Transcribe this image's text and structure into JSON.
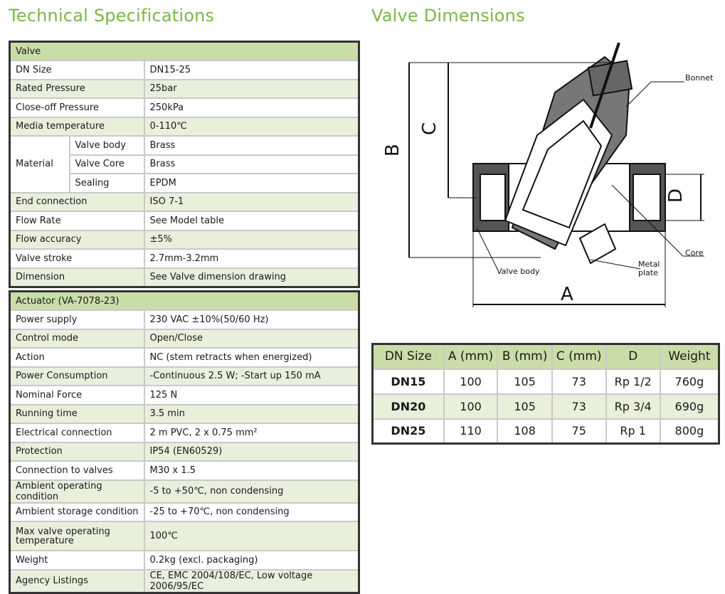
{
  "titles": {
    "specs": "Technical Specifications",
    "dimensions": "Valve Dimensions"
  },
  "valve": {
    "header": "Valve",
    "rows": [
      {
        "label": "DN Size",
        "value": "DN15-25"
      },
      {
        "label": "Rated Pressure",
        "value": "25bar"
      },
      {
        "label": "Close-off Pressure",
        "value": "250kPa"
      },
      {
        "label": "Media temperature",
        "value": "0-110℃"
      }
    ],
    "material": {
      "label": "Material",
      "items": [
        {
          "label": "Valve body",
          "value": "Brass"
        },
        {
          "label": "Valve Core",
          "value": "Brass"
        },
        {
          "label": "Sealing",
          "value": "EPDM"
        }
      ]
    },
    "rows2": [
      {
        "label": "End connection",
        "value": "ISO 7-1"
      },
      {
        "label": "Flow Rate",
        "value": "See Model table"
      },
      {
        "label": "Flow accuracy",
        "value": "±5%"
      },
      {
        "label": "Valve stroke",
        "value": "2.7mm-3.2mm"
      },
      {
        "label": "Dimension",
        "value": "See Valve dimension drawing"
      }
    ]
  },
  "actuator": {
    "header": "Actuator (VA-7078-23)",
    "rows": [
      {
        "label": "Power supply",
        "value": "230 VAC ±10%(50/60 Hz)"
      },
      {
        "label": "Control mode",
        "value": "Open/Close"
      },
      {
        "label": "Action",
        "value": "NC (stem retracts when energized)"
      },
      {
        "label": "Power Consumption",
        "value": "-Continuous  2.5 W; -Start up 150 mA"
      },
      {
        "label": "Nominal Force",
        "value": " 125 N"
      },
      {
        "label": "Running time",
        "value": "3.5 min"
      },
      {
        "label": "Electrical connection",
        "value": "2 m PVC, 2 x 0.75 mm²"
      },
      {
        "label": "Protection",
        "value": "IP54 (EN60529)"
      },
      {
        "label": "Connection to valves",
        "value": "M30 x 1.5"
      },
      {
        "label": "Ambient operating condition",
        "value": " -5 to +50℃, non condensing"
      },
      {
        "label": "Ambient storage condition",
        "value": " -25 to +70℃, non condensing"
      },
      {
        "label": "Max valve operating temperature",
        "value": "100℃"
      },
      {
        "label": "Weight",
        "value": "0.2kg (excl. packaging)"
      },
      {
        "label": "Agency Listings",
        "value": "CE, EMC 2004/108/EC, Low voltage 2006/95/EC"
      }
    ]
  },
  "diagram": {
    "labels": {
      "bonnet": "Bonnet",
      "core": "Core",
      "valve_body": "Valve body",
      "metal_plate_1": "Metal",
      "metal_plate_2": "plate",
      "A": "A",
      "B": "B",
      "C": "C",
      "D": "D"
    }
  },
  "dimensions": {
    "headers": [
      "DN Size",
      "A (mm)",
      "B (mm)",
      "C (mm)",
      "D",
      "Weight"
    ],
    "rows": [
      [
        "DN15",
        "100",
        "105",
        "73",
        "Rp 1/2",
        "760g"
      ],
      [
        "DN20",
        "100",
        "105",
        "73",
        "Rp 3/4",
        "690g"
      ],
      [
        "DN25",
        "110",
        "108",
        "75",
        "Rp 1",
        "800g"
      ]
    ]
  }
}
